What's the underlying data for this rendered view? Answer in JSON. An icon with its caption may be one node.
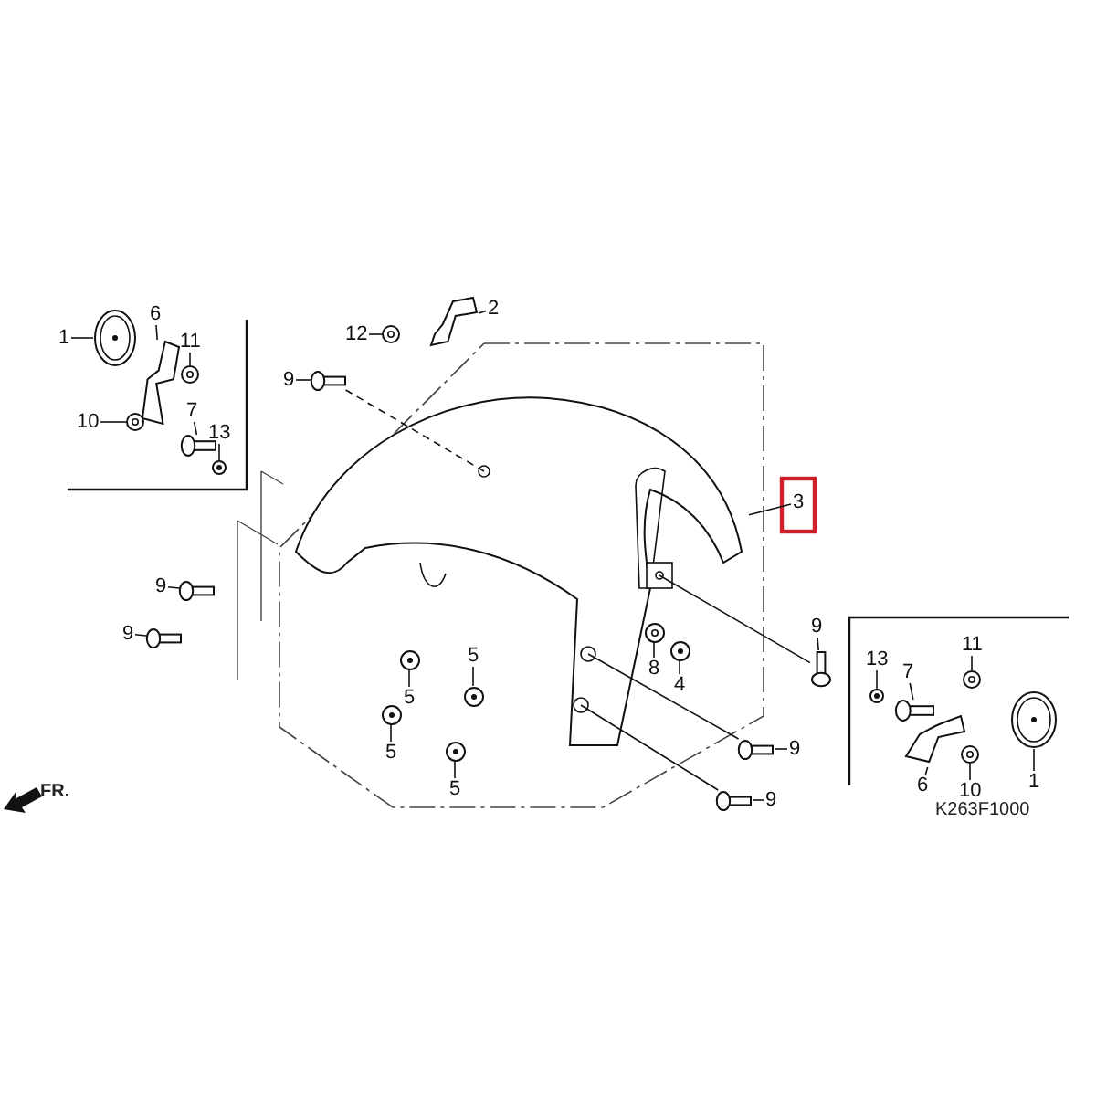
{
  "diagram": {
    "nodes": [
      {
        "text": [
          "1"
        ]
      },
      {
        "text": [],
        "shape": "picture"
      },
      {
        "text": [
          "6"
        ]
      },
      {
        "text": [],
        "shape": "picture"
      },
      {
        "text": [
          "11"
        ]
      },
      {
        "text": [],
        "shape": "circle"
      },
      {
        "text": [
          "10"
        ]
      },
      {
        "text": [],
        "shape": "circle"
      },
      {
        "text": [
          "7"
        ]
      },
      {
        "text": [],
        "shape": "picture"
      },
      {
        "text": [
          "13"
        ]
      },
      {
        "text": [],
        "shape": "circle"
      },
      {
        "text": [
          "12"
        ]
      },
      {
        "text": [],
        "shape": "circle"
      },
      {
        "text": [
          "2"
        ]
      },
      {
        "text": [],
        "shape": "picture"
      },
      {
        "text": [
          "9"
        ]
      },
      {
        "text": [],
        "shape": "picture"
      },
      {
        "text": [],
        "shape": "picture"
      },
      {
        "text": [
          "3"
        ]
      },
      {
        "text": [
          "9"
        ]
      },
      {
        "text": [],
        "shape": "picture"
      },
      {
        "text": [
          "9"
        ]
      },
      {
        "text": [],
        "shape": "picture"
      },
      {
        "text": [
          "5"
        ]
      },
      {
        "text": [],
        "shape": "circle"
      },
      {
        "text": [
          "5"
        ]
      },
      {
        "text": [],
        "shape": "circle"
      },
      {
        "text": [
          "5"
        ]
      },
      {
        "text": [],
        "shape": "circle"
      },
      {
        "text": [
          "5"
        ]
      },
      {
        "text": [],
        "shape": "circle"
      },
      {
        "text": [
          "8"
        ]
      },
      {
        "text": [],
        "shape": "circle"
      },
      {
        "text": [
          "4"
        ]
      },
      {
        "text": [],
        "shape": "circle"
      },
      {
        "text": [
          "9"
        ]
      },
      {
        "text": [],
        "shape": "picture"
      },
      {
        "text": [
          "9"
        ]
      },
      {
        "text": [],
        "shape": "picture"
      },
      {
        "text": [
          "9"
        ]
      },
      {
        "text": [],
        "shape": "picture"
      },
      {
        "text": [
          "13"
        ]
      },
      {
        "text": [],
        "shape": "circle"
      },
      {
        "text": [
          "7"
        ]
      },
      {
        "text": [],
        "shape": "picture"
      },
      {
        "text": [
          "11"
        ]
      },
      {
        "text": [],
        "shape": "circle"
      },
      {
        "text": [
          "6"
        ]
      },
      {
        "text": [],
        "shape": "picture"
      },
      {
        "text": [
          "10"
        ]
      },
      {
        "text": [],
        "shape": "circle"
      },
      {
        "text": [
          "1"
        ]
      },
      {
        "text": [],
        "shape": "picture"
      }
    ],
    "edges": [
      {
        "from": 0,
        "to": 1,
        "arrow": "none"
      },
      {
        "from": 2,
        "to": 3,
        "arrow": "none"
      },
      {
        "from": 4,
        "to": 5,
        "arrow": "none"
      },
      {
        "from": 6,
        "to": 7,
        "arrow": "none"
      },
      {
        "from": 8,
        "to": 9,
        "arrow": "none"
      },
      {
        "from": 10,
        "to": 11,
        "arrow": "none"
      },
      {
        "from": 12,
        "to": 13,
        "arrow": "none"
      },
      {
        "from": 14,
        "to": 15,
        "arrow": "none"
      },
      {
        "from": 16,
        "to": 17,
        "arrow": "none"
      },
      {
        "from": 19,
        "to": 18,
        "arrow": "none"
      },
      {
        "from": 20,
        "to": 21,
        "arrow": "none"
      },
      {
        "from": 22,
        "to": 23,
        "arrow": "none"
      },
      {
        "from": 24,
        "to": 25,
        "arrow": "none"
      },
      {
        "from": 26,
        "to": 27,
        "arrow": "none"
      },
      {
        "from": 28,
        "to": 29,
        "arrow": "none"
      },
      {
        "from": 30,
        "to": 31,
        "arrow": "none"
      },
      {
        "from": 32,
        "to": 33,
        "arrow": "none"
      },
      {
        "from": 34,
        "to": 35,
        "arrow": "none"
      },
      {
        "from": 36,
        "to": 37,
        "arrow": "none"
      },
      {
        "from": 38,
        "to": 39,
        "arrow": "none"
      },
      {
        "from": 40,
        "to": 41,
        "arrow": "none"
      },
      {
        "from": 42,
        "to": 43,
        "arrow": "none"
      },
      {
        "from": 44,
        "to": 45,
        "arrow": "none"
      },
      {
        "from": 46,
        "to": 47,
        "arrow": "none"
      },
      {
        "from": 48,
        "to": 49,
        "arrow": "none"
      },
      {
        "from": 50,
        "to": 51,
        "arrow": "none"
      },
      {
        "from": 52,
        "to": 53,
        "arrow": "none"
      },
      {
        "from": 17,
        "to": 18,
        "arrow": "none",
        "style": "dashed"
      },
      {
        "from": 37,
        "to": 18,
        "arrow": "none"
      },
      {
        "from": 39,
        "to": 18,
        "arrow": "none"
      },
      {
        "from": 41,
        "to": 18,
        "arrow": "none"
      }
    ],
    "labels": [
      "FR.",
      "K263F1000"
    ]
  }
}
